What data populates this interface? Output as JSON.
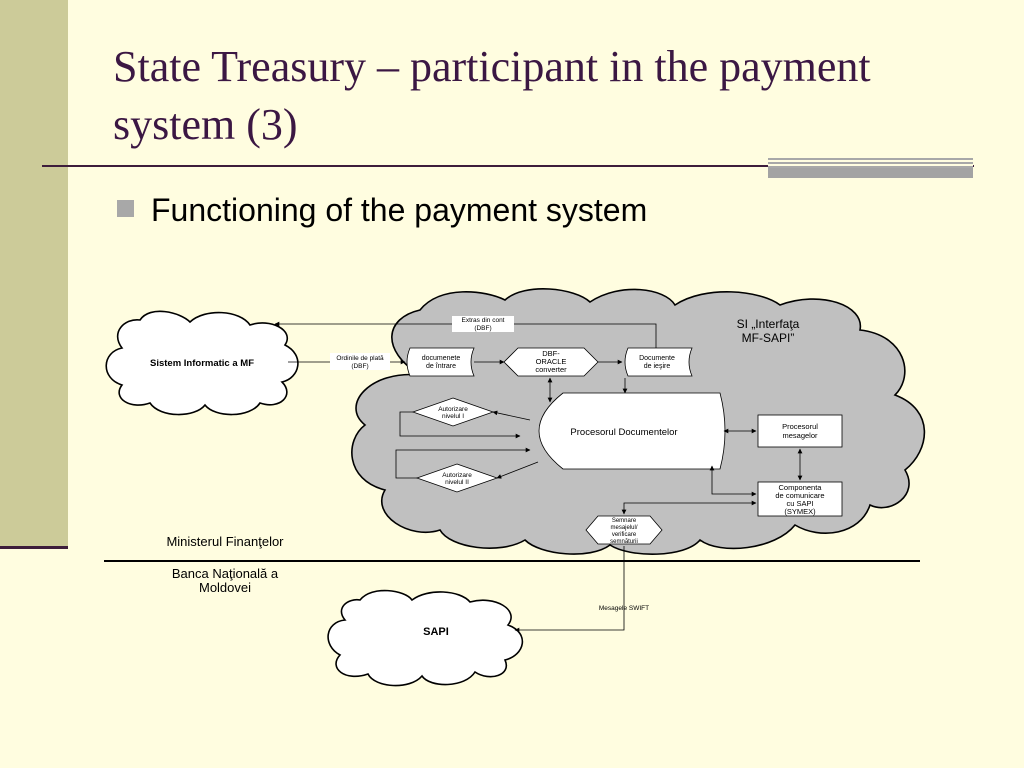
{
  "slide": {
    "title": "State Treasury – participant in the payment system (3)",
    "bullet": "Functioning of the payment system"
  },
  "colors": {
    "background": "#FFFDE0",
    "sidebar": "#CCCB99",
    "title": "#3B1743",
    "cloud_gray": "#C0C0C0",
    "rule": "#3D1D3B"
  },
  "diagram": {
    "sistem_mf": "Sistem Informatic a MF",
    "interface_title_1": "SI „Interfaţa",
    "interface_title_2": "MF-SAPI”",
    "extras_1": "Extras din cont",
    "extras_2": "(DBF)",
    "ordinile_1": "Ordinile de plată",
    "ordinile_2": "(DBF)",
    "doc_intrare_1": "documenete",
    "doc_intrare_2": "de întrare",
    "dbf_1": "DBF-",
    "dbf_2": "ORACLE",
    "dbf_3": "converter",
    "doc_iesire_1": "Documente",
    "doc_iesire_2": "de ieşire",
    "auth1_1": "Autorizare",
    "auth1_2": "nivelul I",
    "auth2_1": "Autorizare",
    "auth2_2": "nivelul II",
    "procesorul_doc": "Procesorul Documentelor",
    "proc_mes_1": "Procesorul",
    "proc_mes_2": "mesagelor",
    "comp_1": "Componenta",
    "comp_2": "de comunicare",
    "comp_3": "cu SAPI",
    "comp_4": "(SYMEX)",
    "semnare_1": "Semnare",
    "semnare_2": "mesajelul/",
    "semnare_3": "verificare",
    "semnare_4": "semnăturii",
    "ministerul": "Ministerul Finanţelor",
    "banca_1": "Banca Naţională a",
    "banca_2": "Moldovei",
    "sapi": "SAPI",
    "swift": "Mesagele SWIFT"
  }
}
